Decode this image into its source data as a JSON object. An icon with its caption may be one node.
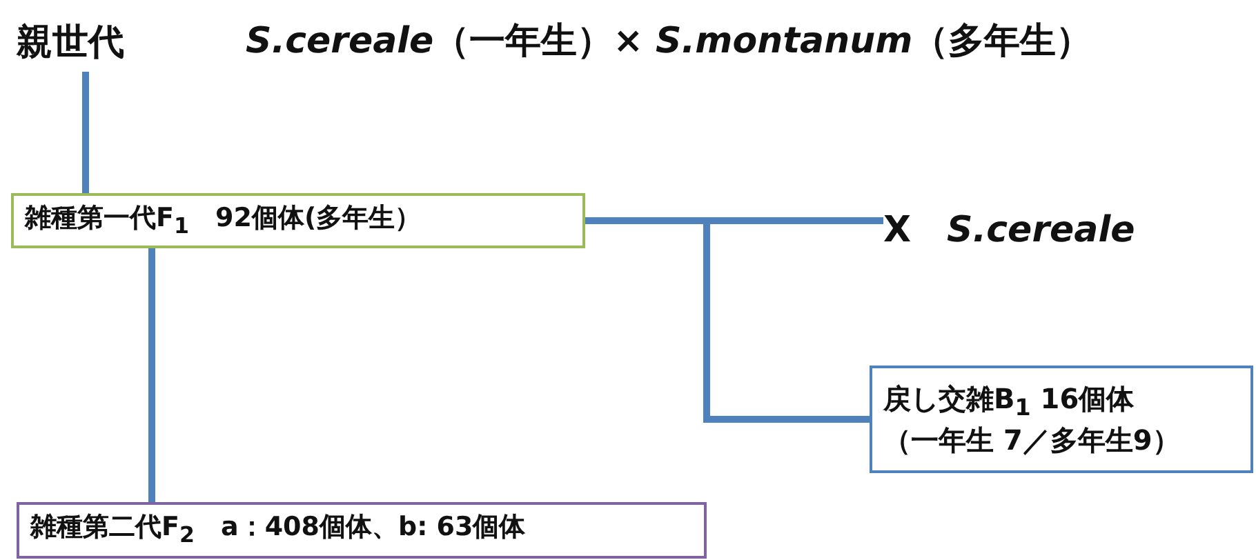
{
  "diagram": {
    "nodes": [
      {
        "text": [
          "親世代"
        ]
      },
      {
        "text": [
          "雑種第一代F$_{1}$　92個体(多年生）"
        ]
      },
      {
        "text": [
          "X　*S.cereale*"
        ]
      },
      {
        "text": [
          "戻し交雑B$_{1}$ 16個体",
          "（一年生 7／多年生9）"
        ]
      },
      {
        "text": [
          "雑種第二代F$_{2}$　a：408個体、b: 63個体"
        ]
      }
    ],
    "edges": [
      {
        "from": 0,
        "to": 1,
        "arrow": "none"
      },
      {
        "from": 1,
        "to": 2,
        "arrow": "none"
      },
      {
        "from": 1,
        "to": 3,
        "arrow": "none"
      },
      {
        "from": 1,
        "to": 4,
        "arrow": "none"
      }
    ],
    "labels": [
      "*S.cereale*（一年生）× *S.montanum*（多年生）"
    ]
  }
}
